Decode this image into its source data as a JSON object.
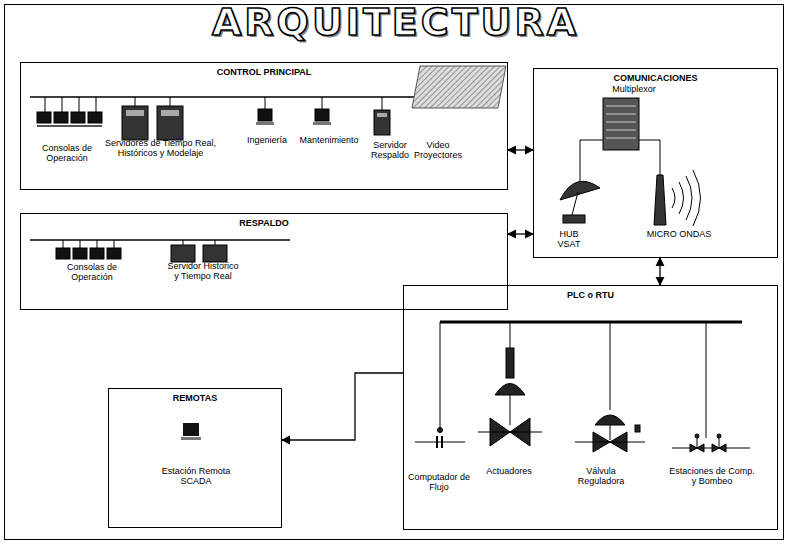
{
  "diagram": {
    "title": "ARQUITECTURA",
    "nodes": [
      {
        "text": [
          "CONTROL PRINCIPAL"
        ]
      },
      {
        "text": [
          "COMUNICACIONES"
        ]
      },
      {
        "text": [
          "RESPALDO"
        ]
      },
      {
        "text": [
          "PLC o RTU"
        ]
      },
      {
        "text": [
          "REMOTAS"
        ]
      }
    ],
    "edges": [
      {
        "from": 0,
        "to": 1,
        "arrow": "both"
      },
      {
        "from": 2,
        "to": 1,
        "arrow": "both"
      },
      {
        "from": 1,
        "to": 3,
        "arrow": "both"
      },
      {
        "from": 3,
        "to": 4,
        "arrow": "to"
      }
    ],
    "labels": [
      "Consolas de Operación",
      "Servidores de Tiempo Real, Históricos y Modelaje",
      "Ingeniería",
      "Mantenimiento",
      "Servidor Respaldo",
      "Video Proyectores",
      "Consolas de Operación",
      "Servidor Historico y Tiempo Real",
      "Multiplexor",
      "HUB VSAT",
      "MICRO ONDAS",
      "Computador de Flujo",
      "Actuadores",
      "Válvula Reguladora",
      "Estaciones de Comp. y Bombeo",
      "Estación Remota SCADA"
    ]
  }
}
